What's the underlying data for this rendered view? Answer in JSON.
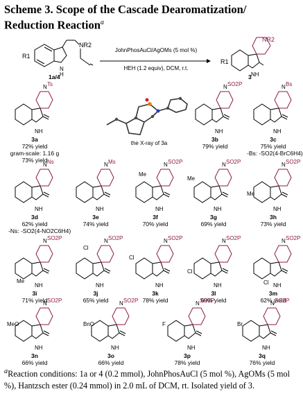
{
  "title": {
    "text": "Scheme 3. Scope of the Cascade Dearomatization/ Reduction Reaction",
    "mark": "a"
  },
  "reaction": {
    "substrate_label": "1a/4",
    "product_label": "3",
    "condition_line1": "JohnPhosAuCl/AgOMs (5 mol %)",
    "condition_line2": "HEH (1.2 equiv), DCM, r.t.",
    "r1": "R1",
    "nr2": "NR2"
  },
  "xray_caption": "the X-ray of 3a",
  "products": [
    {
      "id": "3a",
      "group": "Ts",
      "sub": "",
      "yield": "72% yield",
      "extra1": "gram-scale: 1.16 g",
      "extra2": "73% yield"
    },
    {
      "id": "3b",
      "group": "SO2Ph",
      "sub": "",
      "yield": "79% yield"
    },
    {
      "id": "3c",
      "group": "Bs",
      "sub": "",
      "yield": "75% yield",
      "extra1": "-Bs: -SO2(4-BrC6H4)"
    },
    {
      "id": "3d",
      "group": "Ns",
      "sub": "",
      "yield": "62% yield",
      "extra1": "-Ns: -SO2(4-NO2C6H4)"
    },
    {
      "id": "3e",
      "group": "Ms",
      "sub": "",
      "yield": "74% yield"
    },
    {
      "id": "3f",
      "group": "SO2Ph",
      "sub": "Me",
      "yield": "70% yield"
    },
    {
      "id": "3g",
      "group": "SO2Ph",
      "sub": "Me",
      "yield": "69% yield"
    },
    {
      "id": "3h",
      "group": "SO2Ph",
      "sub": "Me",
      "yield": "73% yield"
    },
    {
      "id": "3i",
      "group": "SO2Ph",
      "sub": "Me",
      "yield": "71% yield"
    },
    {
      "id": "3j",
      "group": "SO2Ph",
      "sub": "Cl",
      "yield": "65% yield"
    },
    {
      "id": "3k",
      "group": "SO2Ph",
      "sub": "Cl",
      "yield": "78% yield"
    },
    {
      "id": "3l",
      "group": "SO2Ph",
      "sub": "Cl",
      "yield": "69% yield"
    },
    {
      "id": "3m",
      "group": "SO2Ph",
      "sub": "Cl",
      "yield": "62% yield"
    },
    {
      "id": "3n",
      "group": "SO2Ph",
      "sub": "MeO",
      "yield": "66% yield"
    },
    {
      "id": "3o",
      "group": "SO2Ph",
      "sub": "BnO",
      "yield": "66% yield"
    },
    {
      "id": "3p",
      "group": "SO2Ph",
      "sub": "F",
      "yield": "78% yield"
    },
    {
      "id": "3q",
      "group": "SO2Ph",
      "sub": "Br",
      "yield": "76% yield"
    }
  ],
  "footnote": {
    "mark": "a",
    "text": "Reaction conditions: 1a or 4 (0.2 mmol), JohnPhosAuCl (5 mol %), AgOMs (5 mol %), Hantzsch ester (0.24 mmol) in 2.0 mL of DCM, rt. Isolated yield of 3."
  },
  "colors": {
    "accent": "#8b1a4a",
    "text": "#000000"
  }
}
